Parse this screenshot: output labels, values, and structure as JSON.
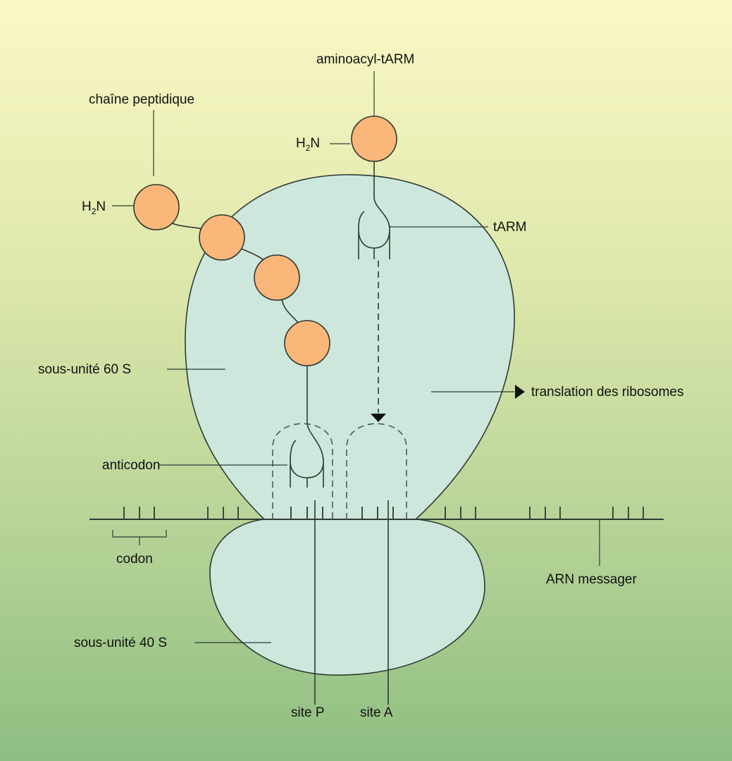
{
  "labels": {
    "aminoacyl": "aminoacyl-tARM",
    "chain": "chaîne peptidique",
    "h2n_chain_h": "H",
    "h2n_chain_sub": "2",
    "h2n_chain_n": "N",
    "h2n_amino_h": "H",
    "h2n_amino_sub": "2",
    "h2n_amino_n": "N",
    "tarm": "tARM",
    "sub60": "sous-unité 60 S",
    "translation": "translation des ribosomes",
    "anticodon": "anticodon",
    "codon": "codon",
    "mrna": "ARN messager",
    "sub40": "sous-unité 40 S",
    "siteP": "site P",
    "siteA": "site A"
  },
  "colors": {
    "ribosome": "#cde7dc",
    "amino_acid": "#fbb67a",
    "stroke": "#2f3a32"
  }
}
